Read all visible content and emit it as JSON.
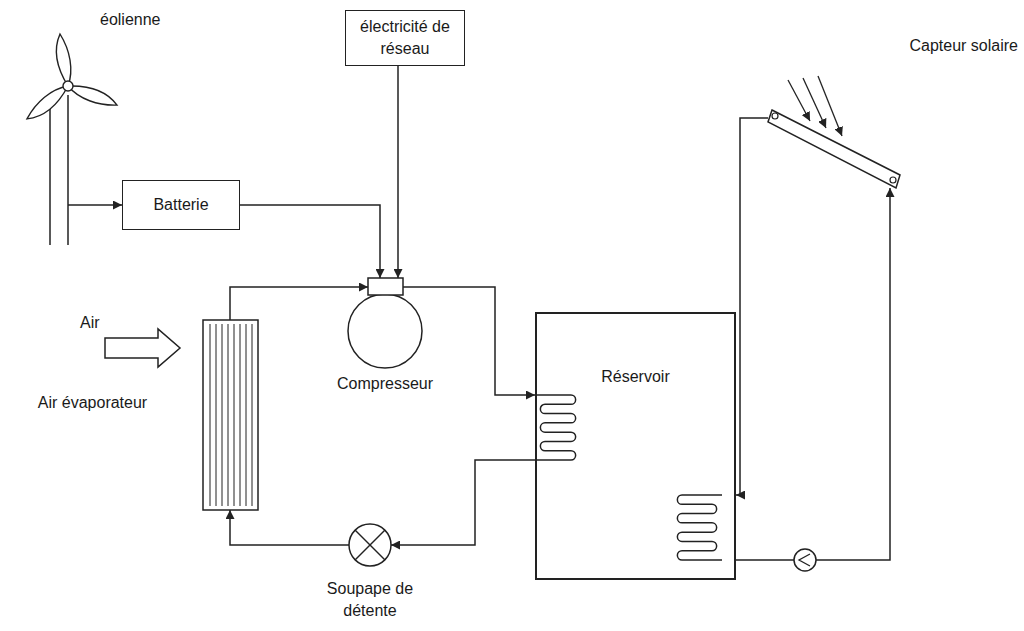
{
  "diagram": {
    "nodes": [
      {
        "text": [
          "éolienne"
        ]
      },
      {
        "text": [
          "Batterie"
        ]
      },
      {
        "text": [
          "électricité de réseau"
        ]
      },
      {
        "text": [
          "Compresseur"
        ]
      },
      {
        "text": [
          "Air évaporateur"
        ]
      },
      {
        "text": [
          "Soupape de détente"
        ]
      },
      {
        "text": [
          "Réservoir"
        ]
      },
      {
        "text": [
          "Capteur solaire"
        ]
      }
    ],
    "edges": [
      {
        "from": 0,
        "to": 1,
        "arrow": "to"
      },
      {
        "from": 1,
        "to": 3,
        "arrow": "to"
      },
      {
        "from": 2,
        "to": 3,
        "arrow": "to"
      },
      {
        "from": 3,
        "to": 6,
        "arrow": "to"
      },
      {
        "from": 6,
        "to": 5,
        "arrow": "to"
      },
      {
        "from": 5,
        "to": 4,
        "arrow": "to"
      },
      {
        "from": 4,
        "to": 3,
        "arrow": "to"
      },
      {
        "from": 7,
        "to": 6,
        "arrow": "to"
      },
      {
        "from": 6,
        "to": 7,
        "arrow": "to"
      }
    ],
    "labels": [
      "Air"
    ]
  }
}
